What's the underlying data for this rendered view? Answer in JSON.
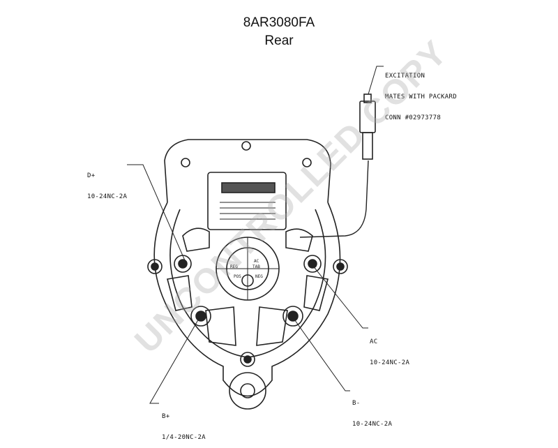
{
  "header": {
    "part_number": "8AR3080FA",
    "view": "Rear"
  },
  "callouts": {
    "excitation": [
      "EXCITATION",
      "MATES WITH PACKARD",
      "CONN #02973778"
    ],
    "d_plus": [
      "D+",
      "10-24NC-2A"
    ],
    "ac": [
      "AC",
      "10-24NC-2A"
    ],
    "b_minus": [
      "B-",
      "10-24NC-2A"
    ],
    "b_plus": [
      "B+",
      "1/4-20NC-2A"
    ]
  },
  "face_labels": {
    "reg_left": "REG",
    "ac": "AC",
    "tab": "TAB",
    "pos": "POS",
    "neg": "NEG"
  },
  "watermark": "UNCONTROLLED COPY",
  "colors": {
    "line": "#222222",
    "watermark": "#aaaaaa"
  }
}
